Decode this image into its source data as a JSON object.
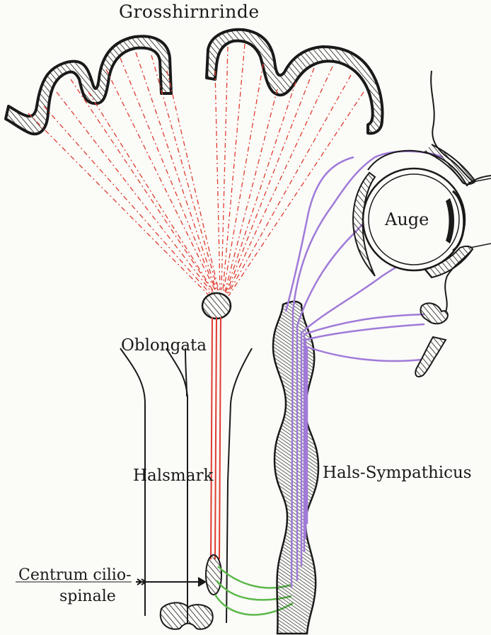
{
  "labels": {
    "cortex": "Grosshirnrinde",
    "eye": "Auge",
    "oblongata": "Oblongata",
    "cervical_cord": "Halsmark",
    "cervical_sympathetic": "Hals-Sympathicus",
    "ciliospinal_center_line1": "Centrum cilio-",
    "ciliospinal_center_line2": "spinale"
  },
  "colors": {
    "ink": "#1a1a1a",
    "cortical_fibers": "#e03b2f",
    "preganglionic_fibers": "#5cb84a",
    "postganglionic_fibers": "#a07ad8"
  }
}
